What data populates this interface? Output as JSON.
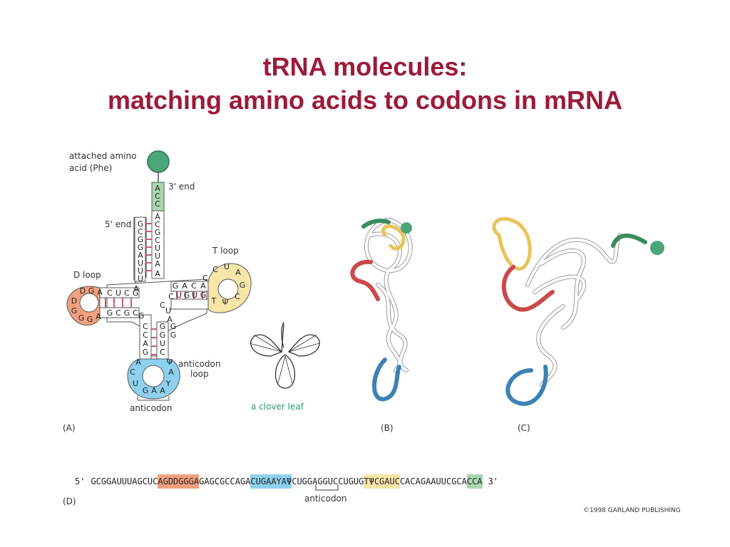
{
  "title": {
    "line1": "tRNA molecules:",
    "line2": "matching amino acids to codons in mRNA"
  },
  "colors": {
    "title": "#9b1b3a",
    "d_loop": "#f3a07f",
    "anticodon_loop": "#8ed1ee",
    "t_loop": "#f8e6a8",
    "acceptor": "#a9d7b0",
    "amino_acid": "#4aa57a",
    "pairing": "#d4567a"
  },
  "panel_a": {
    "label": "(A)",
    "amino_acid_label_1": "attached amino",
    "amino_acid_label_2": "acid (Phe)",
    "three_prime_end": "3' end",
    "five_prime_end": "5' end",
    "t_loop": "T loop",
    "d_loop": "D loop",
    "anticodon_loop_1": "anticodon",
    "anticodon_loop_2": "loop",
    "anticodon": "anticodon",
    "clover_leaf": "a clover leaf"
  },
  "panel_b": {
    "label": "(B)"
  },
  "panel_c": {
    "label": "(C)"
  },
  "panel_d": {
    "label": "(D)",
    "five_prime": "5'",
    "three_prime": "3'",
    "segments": [
      {
        "text": "GCGGAUUUAGCUC",
        "type": "plain"
      },
      {
        "text": "AGDDGGGA",
        "type": "dloop"
      },
      {
        "text": "GAGCGCCAGA",
        "type": "plain"
      },
      {
        "text": "CUGAAYAΨ",
        "type": "anti"
      },
      {
        "text": "CUGGAGGUCCUGUG",
        "type": "plain"
      },
      {
        "text": "TΨCGAUC",
        "type": "tloop"
      },
      {
        "text": "CACAGAAUUCGCA",
        "type": "plain"
      },
      {
        "text": "CCA",
        "type": "acc"
      }
    ],
    "anticodon_label": "anticodon"
  },
  "copyright": "©1998 GARLAND PUBLISHING"
}
